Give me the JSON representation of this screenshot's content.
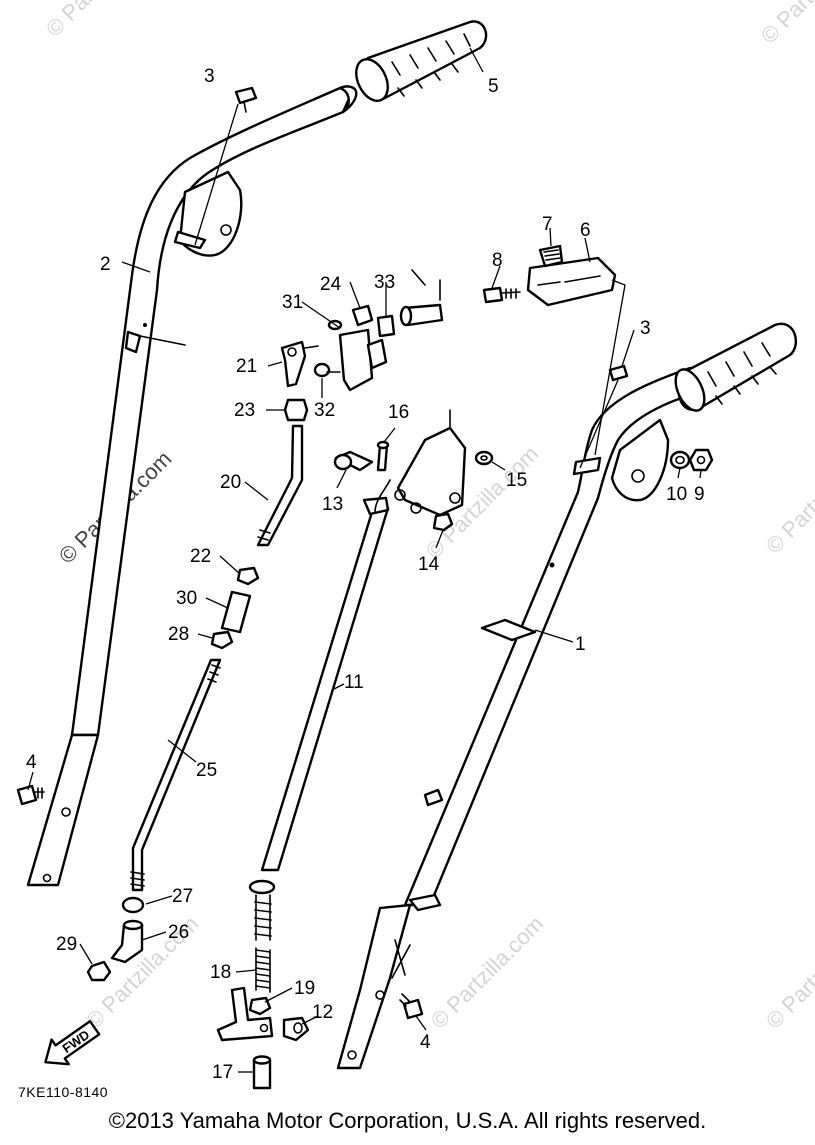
{
  "watermark": "© Partzilla.com",
  "diagram_code": "7KE110-8140",
  "fwd_label": "FWD",
  "copyright": "©2013  Yamaha Motor Corporation, U.S.A. All rights reserved.",
  "callouts": {
    "c1": "1",
    "c2": "2",
    "c3a": "3",
    "c3b": "3",
    "c4a": "4",
    "c4b": "4",
    "c5": "5",
    "c6": "6",
    "c7": "7",
    "c8": "8",
    "c9": "9",
    "c10": "10",
    "c11": "11",
    "c12": "12",
    "c13": "13",
    "c14": "14",
    "c15": "15",
    "c16": "16",
    "c17": "17",
    "c18": "18",
    "c19": "19",
    "c20": "20",
    "c21": "21",
    "c22": "22",
    "c23": "23",
    "c24": "24",
    "c25": "25",
    "c26": "26",
    "c27": "27",
    "c28": "28",
    "c29": "29",
    "c30": "30",
    "c31": "31",
    "c32": "32",
    "c33": "33"
  }
}
